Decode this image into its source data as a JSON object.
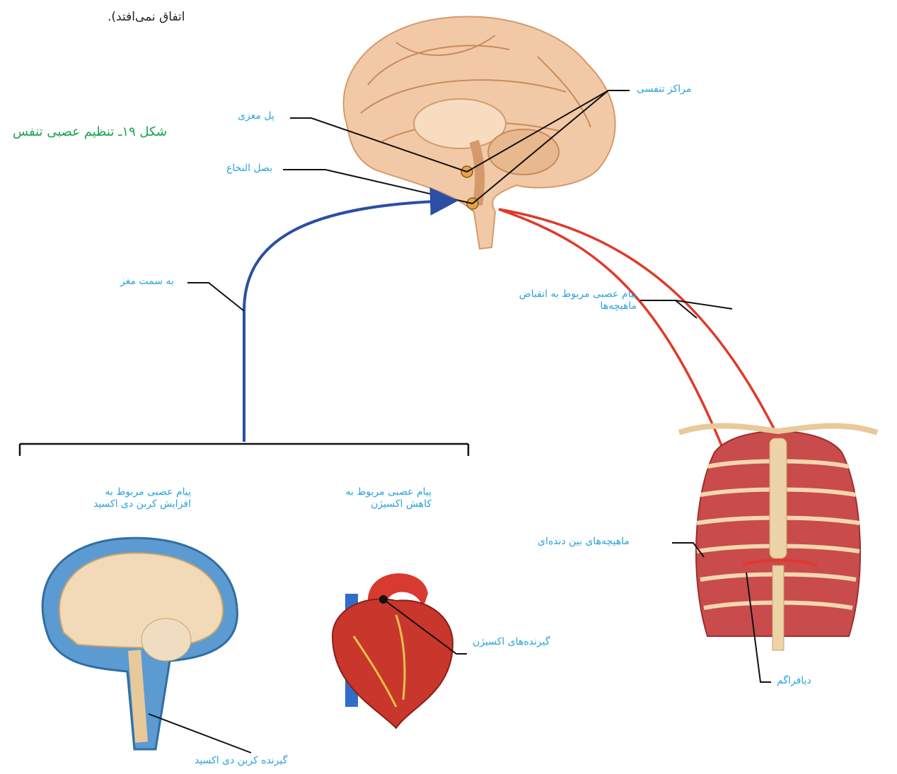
{
  "intro_text": "اتفاق نمی‌افتد).",
  "caption": "شکل ۱۹ـ تنظیم عصبی تنفس",
  "labels": {
    "respiratory_centers": "مراکز تنفسی",
    "pons": "پل مغزی",
    "medulla": "بصل النخاع",
    "to_brain": "به سمت مغز",
    "muscle_signal_line1": "پیام عصبی مربوط به انقباض",
    "muscle_signal_line2": "ماهیچه‌ها",
    "co2_signal_line1": "پیام عصبی مربوط به",
    "co2_signal_line2": "افزایش کربن دی اکسید",
    "o2_signal_line1": "پیام عصبی مربوط به",
    "o2_signal_line2": "کاهش اکسیژن",
    "intercostal": "ماهیچه‌های بین دنده‌ای",
    "oxygen_receptors": "گیرنده‌های اکسیژن",
    "diaphragm": "دیافراگم",
    "co2_receptor": "گیرنده کربن دی اکسید"
  },
  "colors": {
    "label": "#2aa3db",
    "caption": "#17a34a",
    "afferent_arrow": "#2a4fa3",
    "efferent_arrow": "#e0392b"
  }
}
